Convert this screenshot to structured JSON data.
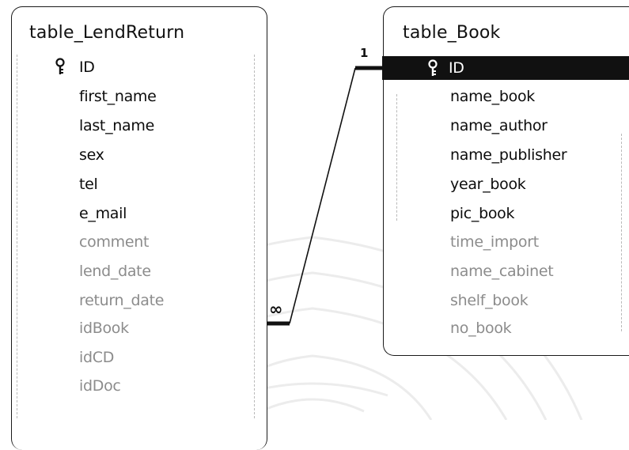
{
  "tables": {
    "lend_return": {
      "title": "table_LendReturn",
      "fields": [
        {
          "name": "ID",
          "key": true,
          "style": "bold"
        },
        {
          "name": "first_name",
          "style": "bold"
        },
        {
          "name": "last_name",
          "style": "bold"
        },
        {
          "name": "sex",
          "style": "bold"
        },
        {
          "name": "tel",
          "style": "bold"
        },
        {
          "name": "e_mail",
          "style": "bold"
        },
        {
          "name": "comment",
          "style": "muted"
        },
        {
          "name": "lend_date",
          "style": "muted"
        },
        {
          "name": "return_date",
          "style": "muted"
        },
        {
          "name": "idBook",
          "style": "muted"
        },
        {
          "name": "idCD",
          "style": "muted"
        },
        {
          "name": "idDoc",
          "style": "muted"
        }
      ]
    },
    "book": {
      "title": "table_Book",
      "fields": [
        {
          "name": "ID",
          "key": true,
          "style": "selected"
        },
        {
          "name": "name_book",
          "style": "bold"
        },
        {
          "name": "name_author",
          "style": "bold"
        },
        {
          "name": "name_publisher",
          "style": "bold"
        },
        {
          "name": "year_book",
          "style": "bold"
        },
        {
          "name": "pic_book",
          "style": "bold"
        },
        {
          "name": "time_import",
          "style": "muted"
        },
        {
          "name": "name_cabinet",
          "style": "muted"
        },
        {
          "name": "shelf_book",
          "style": "muted"
        },
        {
          "name": "no_book",
          "style": "muted"
        }
      ]
    }
  },
  "relationship": {
    "one_label": "1",
    "many_label": "∞"
  },
  "colors": {
    "border": "#1a1a1a",
    "text": "#0c0c0c",
    "muted_text": "#8c8c8c",
    "selection": "#111111"
  }
}
